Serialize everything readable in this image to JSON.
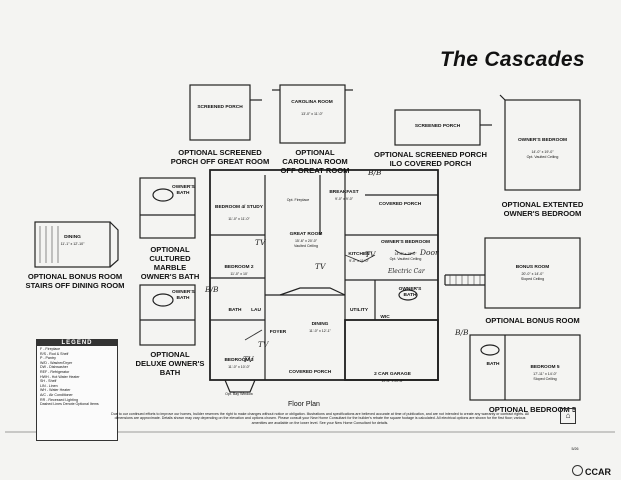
{
  "title": "The Cascades",
  "options": {
    "screened_porch_gr": "OPTIONAL SCREENED PORCH OFF GREAT ROOM",
    "carolina_room": "OPTIONAL CAROLINA ROOM OFF GREAT ROOM",
    "screened_porch_covered": "OPTIONAL SCREENED PORCH ILO COVERED PORCH",
    "extended_bedroom": "OPTIONAL EXTENTED OWNER'S BEDROOM",
    "marble_bath": "OPTIONAL CULTURED MARBLE OWNER'S BATH",
    "bonus_stairs": "OPTIONAL BONUS ROOM STAIRS OFF DINING ROOM",
    "deluxe_bath": "OPTIONAL DELUXE OWNER'S BATH",
    "bonus_room": "OPTIONAL BONUS ROOM",
    "bedroom5": "OPTIONAL BEDROOM 5"
  },
  "rooms": {
    "screened_porch": "SCREENED PORCH",
    "carolina_room": "CAROLINA ROOM",
    "carolina_dim": "13'-0\" x 11'-0\"",
    "screened_porch_2": "SCREENED PORCH",
    "owners_bedroom_ext": "OWNER'S BEDROOM",
    "owners_bedroom_ext_dim": "14'-0\" x 19'-0\"",
    "owners_bedroom_ext_note": "Opt. Vaulted Ceiling",
    "bedroom4": "BEDROOM 4/ STUDY",
    "bedroom4_dim": "11'-0\" x 11'-0\"",
    "fireplace": "Opt. Fireplace",
    "breakfast": "BREAKFAST",
    "breakfast_dim": "9'-0\" x 9'-0\"",
    "covered_porch_top": "COVERED PORCH",
    "great_room": "GREAT ROOM",
    "great_room_dim": "15'-6\" x 20'-0\"",
    "great_room_note": "Vaulted Ceiling",
    "owners_bedroom": "OWNER'S BEDROOM",
    "owners_bedroom_dim": "14'-0\" x 15'-0\"",
    "owners_bedroom_note": "Opt. Vaulted Ceiling",
    "kitchen": "KITCHEN",
    "kitchen_dim": "9'-0\" x 11'-0\"",
    "bedroom2": "BEDROOM 2",
    "bedroom2_dim": "11'-0\" x 10'",
    "bath": "BATH",
    "laundry": "LAU",
    "utility": "UTILITY",
    "owners_bath": "OWNER'S BATH",
    "wic": "WIC",
    "foyer": "FOYER",
    "dining": "DINING",
    "dining_dim": "11'-0\" x 12'-1\"",
    "bedroom3": "BEDROOM 3",
    "bedroom3_dim": "11'-0\" x 10'-0\"",
    "bay_window": "Opt. Bay Window",
    "covered_porch": "COVERED PORCH",
    "garage": "2 CAR GARAGE",
    "garage_dim": "19'-6\" x 20'-8\"",
    "dining_opt": "DINING",
    "dining_opt_dim": "11'-1\" x 12'-10\"",
    "bonus_room": "BONUS ROOM",
    "bonus_dim": "20'-0\" x 14'-0\"",
    "bonus_note": "Sloped Ceiling",
    "bedroom5": "BEDROOM 5",
    "bedroom5_dim": "17'-11\" x 14'-0\"",
    "bedroom5_note": "Sloped Ceiling",
    "bath_b5": "BATH",
    "owners_bath_opt": "OWNER'S BATH",
    "owners_bath_opt2": "OWNER'S BATH"
  },
  "handwritten": [
    "B/B",
    "TV",
    "TV",
    "TV",
    "Door",
    "Electric Car",
    "B/B",
    "TV",
    "B/B",
    "TV"
  ],
  "legend": {
    "title": "LEGEND",
    "items": [
      "F - Fireplace",
      "R/S - Rod & Shelf",
      "P - Pantry",
      "W/D - Washer/Dryer",
      "DW - Dishwasher",
      "REF - Refrigerator",
      "HWH - Hot Water Heater",
      "SH - Shelf",
      "LIN - Linen",
      "WH - Water Heater",
      "A/C - Air Conditioner",
      "RR - Recessed Lighting",
      "Dashed Lines Denote Optional Items"
    ]
  },
  "plan_label": "Floor Plan",
  "fineprint": "Due to our continued efforts to improve our homes, builder reserves the right to make changes without notice or obligation. Illustrations and specifications are believed accurate at time of publication, and are not intended to create any warranty or contract rights. All dimensions are approximate. Details shown may vary depending on the elevation and options chosen. Please consult your New Home Consultant for the builder's rebate the square footage is calculated. All electrical options are shown for the first floor; various amenities are available on the lower level. See your New Home Consultant for details.",
  "code": "5/26",
  "watermark": "CCAR"
}
